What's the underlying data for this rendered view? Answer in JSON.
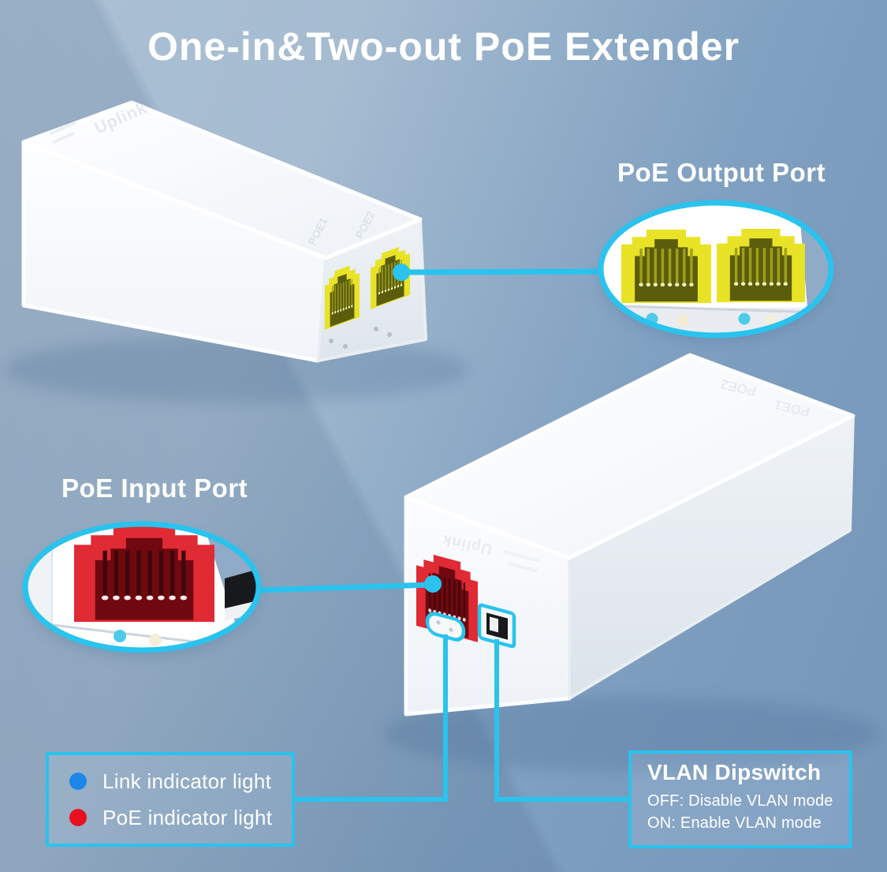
{
  "title": "One-in&Two-out PoE Extender",
  "callouts": {
    "output_label": "PoE Output Port",
    "input_label": "PoE Input Port"
  },
  "legend": {
    "link_label": "Link indicator light",
    "poe_label": "PoE indicator light"
  },
  "vlan": {
    "heading": "VLAN Dipswitch",
    "off_line": "OFF: Disable VLAN mode",
    "on_line": "ON: Enable VLAN mode"
  },
  "device": {
    "brand": "Uplink",
    "port1_label": "POE1",
    "port2_label": "POE2"
  },
  "colors": {
    "accent_cyan": "#29c3ee",
    "led_link_blue": "#1d87e9",
    "led_poe_red": "#e8101f",
    "led_cyan_lit": "#4ecbe9",
    "port_yellow": "#e8e326",
    "port_red": "#e02a34",
    "background_blue": "#93afc9"
  }
}
